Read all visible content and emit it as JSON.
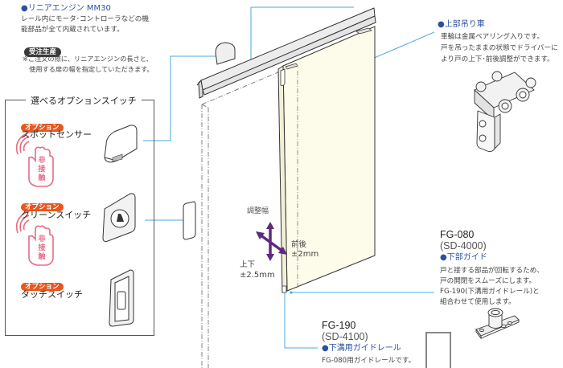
{
  "engine": {
    "title": "●リニアエンジン MM30",
    "desc_lines": [
      "レール内にモータ･コントローラなどの機",
      "能部品が全て内蔵されています。"
    ],
    "badge": "受注生産",
    "note_lines": [
      "※ご注文の際に、リニアエンジンの長さと、",
      "　使用する扉の幅を指定していただきます。"
    ]
  },
  "options_panel": {
    "title": "選べるオプションスイッチ",
    "items": [
      {
        "badge": "オプション",
        "name": "スポットセンサー",
        "non_contact": true,
        "non_contact_label": "非接触",
        "device_icon": "spot-sensor-icon"
      },
      {
        "badge": "オプション",
        "name": "クリーンスイッチ",
        "non_contact": true,
        "non_contact_label": "非接触",
        "device_icon": "clean-switch-icon"
      },
      {
        "badge": "オプション",
        "name": "タッチスイッチ",
        "non_contact": false,
        "device_icon": "touch-switch-icon"
      }
    ]
  },
  "hanger": {
    "title": "●上部吊り車",
    "desc_lines": [
      "車輪は金属ベアリング入りです。",
      "戸を吊ったままの状態でドライバーに",
      "より戸の上下･前後調整ができます。"
    ]
  },
  "adjust": {
    "label": "調整幅",
    "front_back_label": "前後",
    "front_back_value": "±2mm",
    "up_down_label": "上下",
    "up_down_value": "±2.5mm"
  },
  "bottom_guide": {
    "model": "FG-080",
    "alt_model": "(SD-4000)",
    "title": "●下部ガイド",
    "desc_lines": [
      "戸と接する部品が回転するため、",
      "戸の開閉をスムーズにします。",
      "FG-190(下溝用ガイドレール)と",
      "組合わせて使用します。"
    ]
  },
  "guide_rail": {
    "model": "FG-190",
    "alt_model": "(SD-4100)",
    "title": "●下溝用ガイドレール",
    "desc": "FG-080用ガイドレールです。"
  },
  "colors": {
    "callout_line": "#4aa8e0",
    "heading_blue": "#2b50a0",
    "option_badge": "#e8561c",
    "non_contact_pink": "#e86a85",
    "arrow_purple": "#5e2a7e",
    "door_fill": "#fdfbe9"
  }
}
